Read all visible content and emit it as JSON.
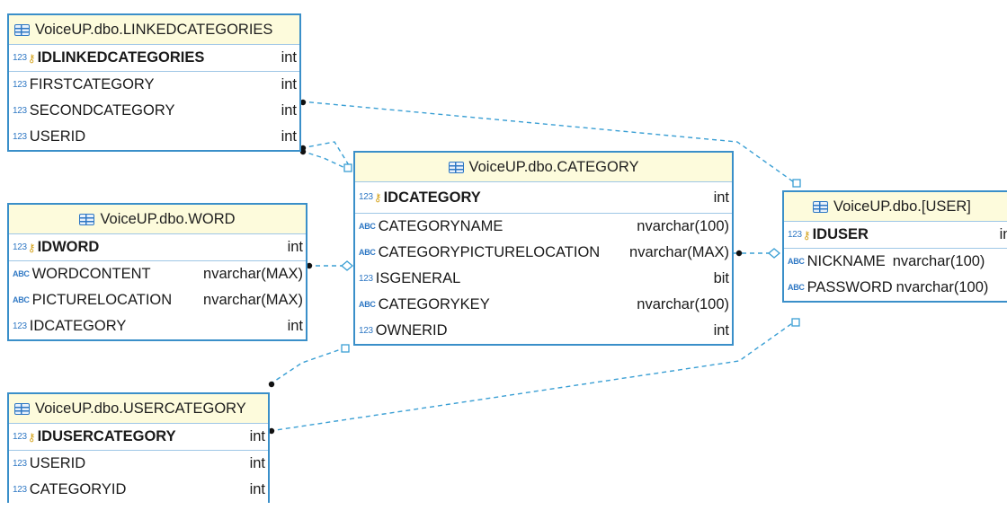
{
  "entities": {
    "linkedcategories": {
      "title": "VoiceUP.dbo.LINKEDCATEGORIES",
      "pk": {
        "icon": "123",
        "name": "IDLINKEDCATEGORIES",
        "type": "int"
      },
      "columns": [
        {
          "icon": "123",
          "name": "FIRSTCATEGORY",
          "type": "int"
        },
        {
          "icon": "123",
          "name": "SECONDCATEGORY",
          "type": "int"
        },
        {
          "icon": "123",
          "name": "USERID",
          "type": "int"
        }
      ]
    },
    "word": {
      "title": "VoiceUP.dbo.WORD",
      "pk": {
        "icon": "123",
        "name": "IDWORD",
        "type": "int"
      },
      "columns": [
        {
          "icon": "ABC",
          "name": "WORDCONTENT",
          "type": "nvarchar(MAX)"
        },
        {
          "icon": "ABC",
          "name": "PICTURELOCATION",
          "type": "nvarchar(MAX)"
        },
        {
          "icon": "123",
          "name": "IDCATEGORY",
          "type": "int"
        }
      ]
    },
    "category": {
      "title": "VoiceUP.dbo.CATEGORY",
      "pk": {
        "icon": "123",
        "name": "IDCATEGORY",
        "type": "int"
      },
      "columns": [
        {
          "icon": "ABC",
          "name": "CATEGORYNAME",
          "type": "nvarchar(100)"
        },
        {
          "icon": "ABC",
          "name": "CATEGORYPICTURELOCATION",
          "type": "nvarchar(MAX)"
        },
        {
          "icon": "123",
          "name": "ISGENERAL",
          "type": "bit"
        },
        {
          "icon": "ABC",
          "name": "CATEGORYKEY",
          "type": "nvarchar(100)"
        },
        {
          "icon": "123",
          "name": "OWNERID",
          "type": "int"
        }
      ]
    },
    "user": {
      "title": "VoiceUP.dbo.[USER]",
      "pk": {
        "icon": "123",
        "name": "IDUSER",
        "type": "int"
      },
      "columns": [
        {
          "icon": "ABC",
          "name": "NICKNAME",
          "type": "nvarchar(100)"
        },
        {
          "icon": "ABC",
          "name": "PASSWORD",
          "type": "nvarchar(100)"
        }
      ]
    },
    "usercategory": {
      "title": "VoiceUP.dbo.USERCATEGORY",
      "pk": {
        "icon": "123",
        "name": "IDUSERCATEGORY",
        "type": "int"
      },
      "columns": [
        {
          "icon": "123",
          "name": "USERID",
          "type": "int"
        },
        {
          "icon": "123",
          "name": "CATEGORYID",
          "type": "int"
        }
      ]
    }
  },
  "colors": {
    "border": "#3a8fc9",
    "header_bg": "#fdfbdc",
    "link": "#3a9fd4",
    "key_icon": "#d4a21a"
  },
  "icons": {
    "table": "table-icon",
    "numeric": "numeric-type-icon",
    "text": "text-type-icon",
    "primary_key": "key-icon"
  }
}
